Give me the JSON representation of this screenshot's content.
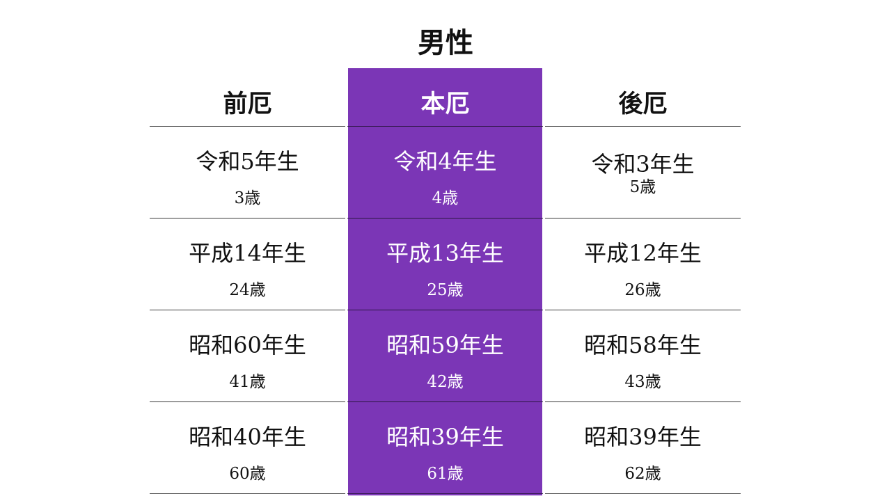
{
  "title": "男性",
  "highlight_color": "#7b36b6",
  "columns": [
    {
      "header": "前厄",
      "rows": [
        {
          "era": "令和5年生",
          "age": "3歳"
        },
        {
          "era": "平成14年生",
          "age": "24歳"
        },
        {
          "era": "昭和60年生",
          "age": "41歳"
        },
        {
          "era": "昭和40年生",
          "age": "60歳"
        }
      ]
    },
    {
      "header": "本厄",
      "rows": [
        {
          "era": "令和4年生",
          "age": "4歳"
        },
        {
          "era": "平成13年生",
          "age": "25歳"
        },
        {
          "era": "昭和59年生",
          "age": "42歳"
        },
        {
          "era": "昭和39年生",
          "age": "61歳"
        }
      ]
    },
    {
      "header": "後厄",
      "rows": [
        {
          "era": "令和3年生",
          "age": "5歳"
        },
        {
          "era": "平成12年生",
          "age": "26歳"
        },
        {
          "era": "昭和58年生",
          "age": "43歳"
        },
        {
          "era": "昭和39年生",
          "age": "62歳"
        }
      ]
    }
  ]
}
